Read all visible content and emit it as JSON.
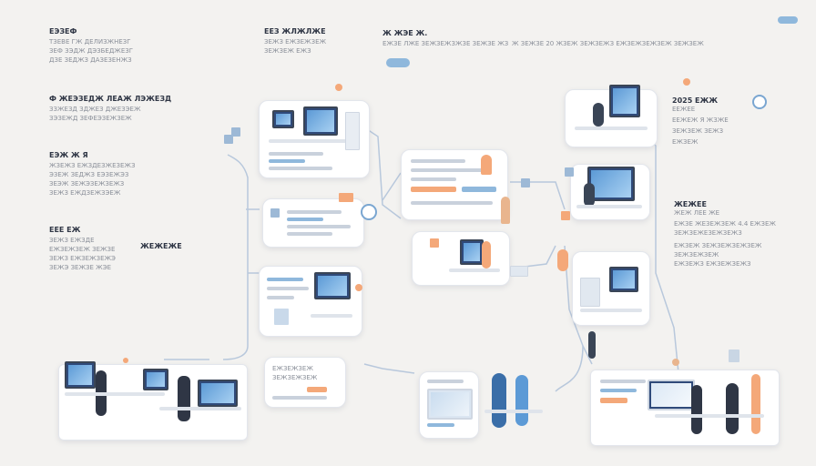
{
  "text_blocks": {
    "left_1_head": "ЕЭЗЕФ",
    "left_1_lines": [
      "ТЗЕВЕ ГЖ ДЕЛИЗЖНЕЗГ",
      "ЗЕФ ЗЭДЖ ДЭЗБЕДЖЕЗГ",
      "ДЗЕ ЗЕДЖЗ ДАЗЕЗЕНЖЗ"
    ],
    "left_2_head": "Ф ЖЕЭЗЕДЖ ЛЕАЖ ЛЭЖЕЗД",
    "left_2_lines": [
      "ЗЗЖЕЗД ЗДЖЕЗ ДЖЕЗЭЕЖ",
      "ЗЭЗЕЖД ЗЕФЕЭЗЕЖЗЕЖ"
    ],
    "left_3_head": "ЕЭЖ Ж Я",
    "left_3_lines": [
      "ЖЗЕЖЗ ЕЖЗДЕЗЖЕЗЕЖЗ",
      "ЭЗЕЖ ЗЕДЖЗ ЕЭЗЕЖЭЗ",
      "ЗЕЭЖ ЗЕЖЭЗЕЖЗЕЖЗ",
      "ЗЕЖЗ ЕЖДЗЕЖЗЭЕЖ"
    ],
    "left_4_head": "ЕЕЕ ЕЖ",
    "left_4_lines": [
      "ЗЕЖЗ ЕЖЗДЕ",
      "ЕЖЗЕЖЗЕЖ ЗЕЖЗЕ",
      "ЗЕЖЗ ЕЖЗЕЖЗЕЖЭ",
      "ЗЕЖЭ ЗЕЖЗЕ ЖЭЕ"
    ],
    "left_4_side": "ЖЕЖЕЖЕ",
    "top_center_head": "ЕЕЗ ЖЛЖЛЖЕ",
    "top_center_lines": [
      "ЗЕЖЗ ЕЖЗЕЖЗЕЖ",
      "ЗЕЖЗЕЖ ЕЖЗ"
    ],
    "top_mid_head": "Ж ЖЭЕ Ж.",
    "top_mid_line": "ЕЖЗЕ ЛЖЕ ЗЕЖЗЕЖЗЖЗЕ ЗЕЖЗЕ ЖЗ",
    "top_right_line": "Ж ЗЕЖЗЕ 20 ЖЗЕЖ ЗЕЖЗЕЖЗ ЕЖЗЕЖЗЕЖЗЕЖ ЗЕЖЗЕЖ",
    "right_1_head": "2025 ЕЖЖ",
    "right_1_lines": [
      "ЕЕЖЕЕ",
      "ЕЕЖЕЖ Я ЖЗЖЕ",
      "ЗЕЖЗЕЖ ЗЕЖЗ",
      "ЕЖЗЕЖ"
    ],
    "right_2_head": "ЖЕЖЕЕ",
    "right_2_lines": [
      "ЖЕЖ ЛЕЕ ЖЕ",
      "ЕЖЗЕ ЖЕЗЕЖЗЕЖ 4.4 ЕЖЗЕЖ",
      "ЗЕЖЗЕЖЕЗЕЖЗЕЖЗ",
      "ЕЖЗЕЖ ЗЕЖЗЕЖЗЕЖЗЕЖ",
      "ЗЕЖЗЕЖЗЕЖ",
      "ЕЖЗЕЖЗ ЕЖЗЕЖЗЕЖЗ"
    ],
    "card_bottom_lines": [
      "ЕЖЗЕЖЗЕЖ",
      "ЗЕЖЗЕЖЗЕЖ"
    ]
  },
  "colors": {
    "background": "#f3f2f0",
    "accent_blue": "#8fb8dc",
    "accent_orange": "#f4a879",
    "ink": "#3a4150",
    "screen_dark": "#2f4a7a"
  },
  "icons": [
    "monitor-icon",
    "person-icon",
    "server-icon",
    "gear-icon",
    "chat-bubble-icon",
    "lamp-icon"
  ]
}
